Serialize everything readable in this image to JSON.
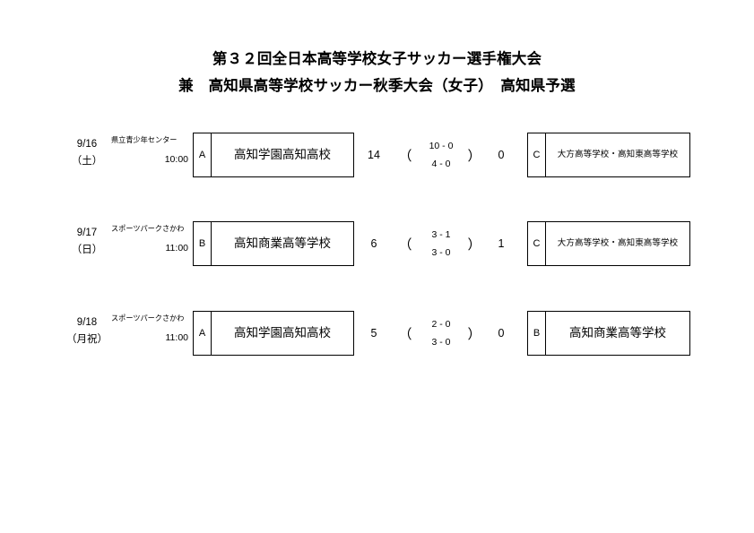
{
  "document": {
    "title_line1": "第３２回全日本高等学校女子サッカー選手権大会",
    "title_line2": "兼　高知県高等学校サッカー秋季大会（女子）　高知県予選"
  },
  "matches": [
    {
      "date": "9/16",
      "day_of_week": "（土）",
      "venue": "県立青少年センター",
      "time": "10:00",
      "home_group": "A",
      "home_team": "高知学園高知高校",
      "home_score": "14",
      "paren_open": "（",
      "paren_close": "）",
      "first_half": "10 - 0",
      "second_half": "4 - 0",
      "away_score": "0",
      "away_group": "C",
      "away_team": "大方高等学校・高知東高等学校",
      "away_team_small": true
    },
    {
      "date": "9/17",
      "day_of_week": "（日）",
      "venue": "スポーツパークさかわ",
      "time": "11:00",
      "home_group": "B",
      "home_team": "高知商業高等学校",
      "home_score": "6",
      "paren_open": "（",
      "paren_close": "）",
      "first_half": "3 - 1",
      "second_half": "3 - 0",
      "away_score": "1",
      "away_group": "C",
      "away_team": "大方高等学校・高知東高等学校",
      "away_team_small": true
    },
    {
      "date": "9/18",
      "day_of_week": "（月祝）",
      "venue": "スポーツパークさかわ",
      "time": "11:00",
      "home_group": "A",
      "home_team": "高知学園高知高校",
      "home_score": "5",
      "paren_open": "（",
      "paren_close": "）",
      "first_half": "2 - 0",
      "second_half": "3 - 0",
      "away_score": "0",
      "away_group": "B",
      "away_team": "高知商業高等学校",
      "away_team_small": false
    }
  ]
}
